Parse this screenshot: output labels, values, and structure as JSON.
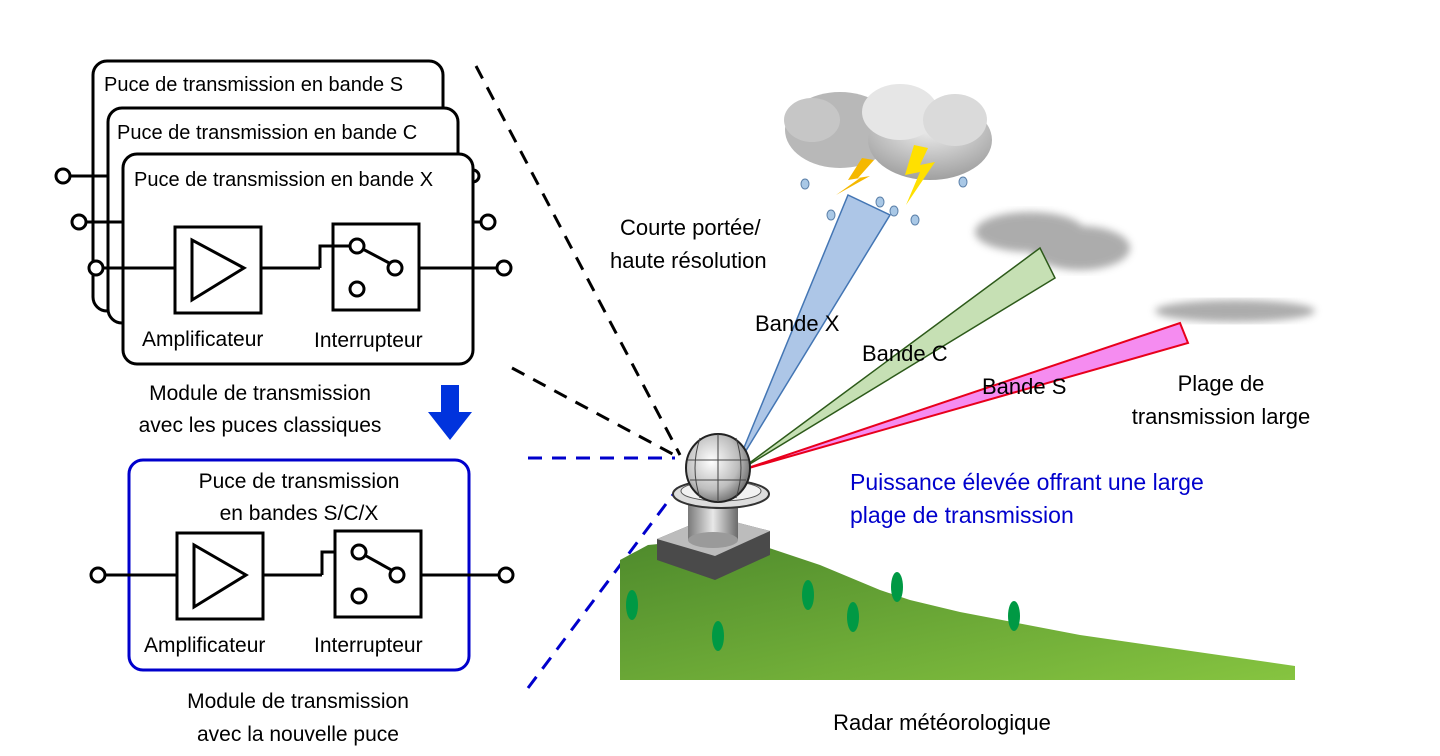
{
  "conventional": {
    "chips": [
      {
        "title": "Puce de transmission en bande S"
      },
      {
        "title": "Puce de transmission en bande C"
      },
      {
        "title": "Puce de transmission en bande X"
      }
    ],
    "amplifier_label": "Amplificateur",
    "switch_label": "Interrupteur",
    "caption_line1": "Module de transmission",
    "caption_line2": "avec les puces classiques"
  },
  "new_module": {
    "title_line1": "Puce de transmission",
    "title_line2": "en bandes S/C/X",
    "amplifier_label": "Amplificateur",
    "switch_label": "Interrupteur",
    "caption_line1": "Module de transmission",
    "caption_line2": "avec la nouvelle puce"
  },
  "radar": {
    "short_range_line1": "Courte portée/",
    "short_range_line2": "haute résolution",
    "beams": [
      {
        "label": "Bande X",
        "fill": "#a9c3e6",
        "stroke": "#3a6fb0"
      },
      {
        "label": "Bande C",
        "fill": "#c6e0b4",
        "stroke": "#2d5a1a"
      },
      {
        "label": "Bande S",
        "fill": "#f58cf0",
        "stroke": "#e8001c"
      }
    ],
    "wide_range_line1": "Plage de",
    "wide_range_line2": "transmission large",
    "power_line1": "Puissance élevée offrant une large",
    "power_line2": "plage de transmission",
    "caption": "Radar météorologique"
  },
  "colors": {
    "new_module_border": "#0000cc",
    "arrow": "#0033dd",
    "hill_dark": "#4a8a2a",
    "hill_light": "#8cc63f",
    "tree": "#009944"
  }
}
